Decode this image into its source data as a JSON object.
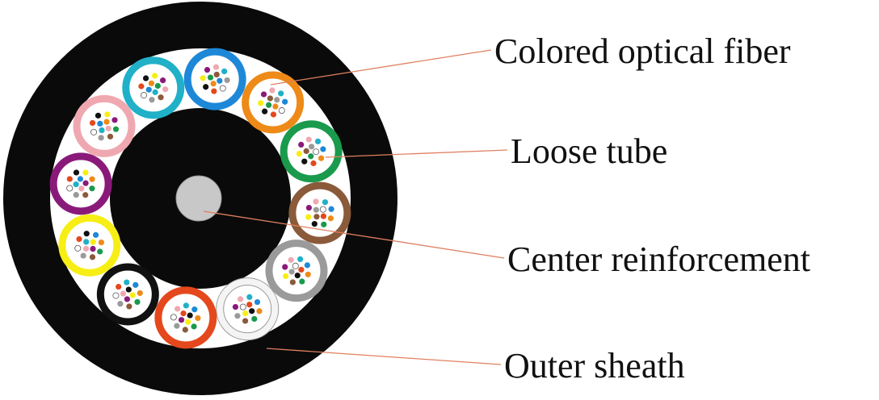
{
  "labels": {
    "colored_optical_fiber": "Colored optical fiber",
    "loose_tube": "Loose tube",
    "center_reinforcement": "Center reinforcement",
    "outer_sheath": "Outer sheath"
  },
  "colors": {
    "outer_sheath": "#0a0a0a",
    "inner_core": "#0a0a0a",
    "center_member": "#c8c8c8",
    "leader_line": "#e08060",
    "tube_fill": "#ffffff"
  },
  "loose_tubes": [
    {
      "name": "blue-tube",
      "color": "#1e88d8"
    },
    {
      "name": "orange-tube",
      "color": "#ee8a18"
    },
    {
      "name": "green-tube",
      "color": "#1a9a4c"
    },
    {
      "name": "brown-tube",
      "color": "#8a5a3a"
    },
    {
      "name": "grey-tube",
      "color": "#9a9a9a"
    },
    {
      "name": "white-tube",
      "color": "#f4f4f4"
    },
    {
      "name": "red-tube",
      "color": "#e4481c"
    },
    {
      "name": "black-tube",
      "color": "#111111"
    },
    {
      "name": "yellow-tube",
      "color": "#f6ee14"
    },
    {
      "name": "violet-tube",
      "color": "#8a1a7a"
    },
    {
      "name": "rose-tube",
      "color": "#f0a8b0"
    },
    {
      "name": "aqua-tube",
      "color": "#20b0c8"
    }
  ],
  "fiber_colors": [
    "#1e88d8",
    "#ee8a18",
    "#1a9a4c",
    "#8a5a3a",
    "#9a9a9a",
    "#ffffff",
    "#e4481c",
    "#111111",
    "#f6ee14",
    "#8a1a7a",
    "#f0a8b0",
    "#20b0c8"
  ]
}
